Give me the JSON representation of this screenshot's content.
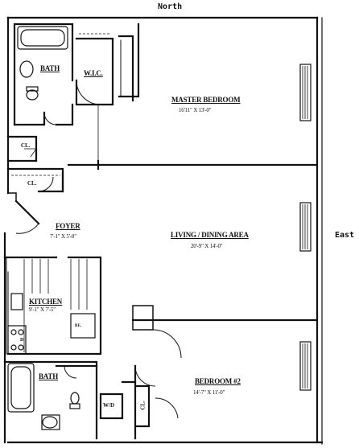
{
  "compass": {
    "north": "North",
    "east": "East"
  },
  "rooms": {
    "master_bedroom": {
      "name": "MASTER BEDROOM",
      "dims": "16'11\" X 13'-0\""
    },
    "living_dining": {
      "name": "LIVING / DINING AREA",
      "dims": "20'-9\" X 14'-0\""
    },
    "bedroom2": {
      "name": "BEDROOM #2",
      "dims": "14'-7\" X 11'-0\""
    },
    "foyer": {
      "name": "FOYER",
      "dims": "7'-1\" X 5'-8\""
    },
    "kitchen": {
      "name": "KITCHEN",
      "dims": "9'-1\" X 7'-5\""
    },
    "bath_top": {
      "name": "BATH"
    },
    "bath_bottom": {
      "name": "BATH"
    },
    "wic": {
      "name": "W.I.C."
    },
    "closet1": {
      "name": "CL."
    },
    "closet2": {
      "name": "CL."
    },
    "closet3": {
      "name": "CL."
    },
    "wd": {
      "name": "W/D"
    },
    "refrigerator": {
      "name": "RE."
    },
    "dishwasher": {
      "name": "D"
    }
  }
}
